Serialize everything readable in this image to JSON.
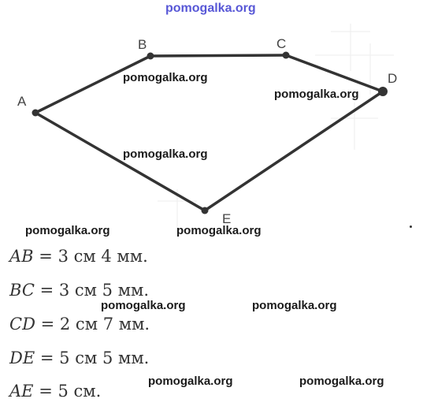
{
  "watermark": "pomogalka.org",
  "figure": {
    "vertices": [
      {
        "label": "A"
      },
      {
        "label": "B"
      },
      {
        "label": "C"
      },
      {
        "label": "D"
      },
      {
        "label": "E"
      }
    ],
    "edges": [
      [
        "A",
        "B"
      ],
      [
        "B",
        "C"
      ],
      [
        "C",
        "D"
      ],
      [
        "D",
        "E"
      ],
      [
        "E",
        "A"
      ]
    ]
  },
  "measurements": [
    {
      "segment": "AB",
      "equals": "=",
      "value": "3 см 4 мм."
    },
    {
      "segment": "BC",
      "equals": "=",
      "value": "3 см 5 мм."
    },
    {
      "segment": "CD",
      "equals": "=",
      "value": "2 см 7 мм."
    },
    {
      "segment": "DE",
      "equals": "=",
      "value": "5 см 5 мм."
    },
    {
      "segment": "AE",
      "equals": "=",
      "value": "5 см."
    }
  ],
  "colors": {
    "line": "#333333",
    "watermark_top": "#3a3ad0"
  }
}
